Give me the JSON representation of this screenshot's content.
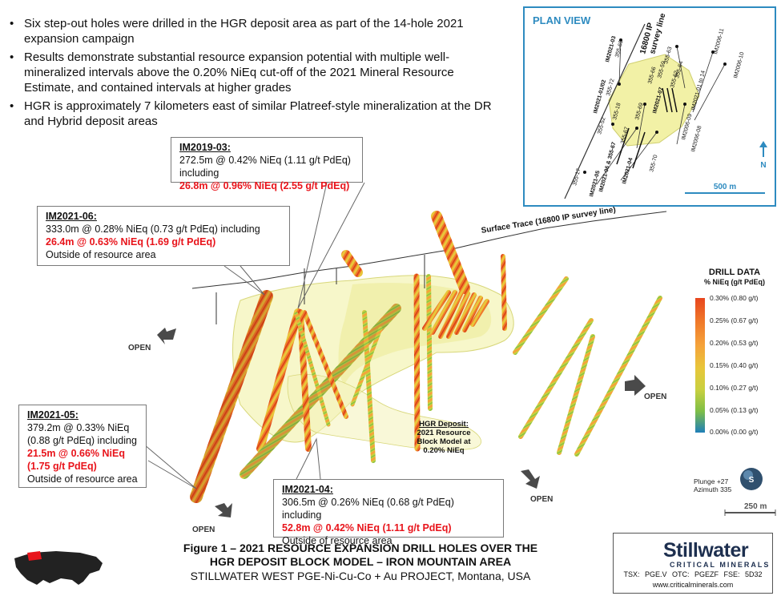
{
  "bullets": [
    "Six step-out holes were drilled in the HGR deposit area as part of the 14-hole 2021 expansion campaign",
    "Results demonstrate substantial resource expansion potential with multiple well-mineralized intervals above the 0.20% NiEq cut-off of the 2021 Mineral Resource Estimate, and contained intervals at higher grades",
    "HGR is approximately 7 kilometers east of similar Platreef-style mineralization at the DR and Hybrid deposit areas"
  ],
  "callouts": {
    "im2019_03": {
      "name": "IM2019-03:",
      "line1": "272.5m @ 0.42% NiEq (1.11 g/t PdEq) including",
      "highlight": "26.8m @ 0.96% NiEq (2.55 g/t PdEq)"
    },
    "im2021_06": {
      "name": "IM2021-06:",
      "line1": "333.0m @ 0.28% NiEq (0.73 g/t PdEq) including",
      "highlight": "26.4m @ 0.63% NiEq (1.69 g/t PdEq)",
      "note": "Outside of resource area"
    },
    "im2021_05": {
      "name": "IM2021-05:",
      "line1": "379.2m @ 0.33% NiEq",
      "line2": "(0.88 g/t PdEq) including",
      "highlight1": "21.5m @ 0.66% NiEq",
      "highlight2": "(1.75 g/t PdEq)",
      "note": "Outside of resource area"
    },
    "im2021_04": {
      "name": "IM2021-04:",
      "line1": "306.5m @ 0.26% NiEq (0.68 g/t PdEq) including",
      "highlight": "52.8m @ 0.42% NiEq  (1.11 g/t PdEq)",
      "note": "Outside of resource area"
    }
  },
  "open_label": "OPEN",
  "surface_trace": "Surface Trace (16800 IP survey line)",
  "deposit": {
    "title": "HGR Deposit:",
    "body": "2021 Resource Block Model at 0.20% NiEq"
  },
  "plan_view": {
    "title": "PLAN VIEW",
    "survey_line": [
      "16800 IP",
      "survey line"
    ],
    "holes": [
      "IM2021-03",
      "355-60",
      "355-63",
      "IM2006-11",
      "IM2006-10",
      "355-66",
      "355-59",
      "IM2021-01/02",
      "355-72",
      "IM2021-07",
      "355-62",
      "355-64",
      "IM2021-01 to 14",
      "355-18",
      "355-69",
      "355-52",
      "355-67",
      "IM2006-09",
      "IM2006-08",
      "355-17",
      "IM2021-06 & 355-67",
      "IM2021-05",
      "IM2021-04",
      "355-70"
    ],
    "north": "N",
    "scale": "500 m"
  },
  "legend": {
    "title": "DRILL DATA",
    "subtitle": "% NiEq  (g/t PdEq)",
    "items": [
      "0.30% (0.80 g/t)",
      "0.25% (0.67 g/t)",
      "0.20% (0.53 g/t)",
      "0.15% (0.40 g/t)",
      "0.10% (0.27 g/t)",
      "0.05% (0.13 g/t)",
      "0.00% (0.00 g/t)"
    ]
  },
  "plunge": {
    "line1": "Plunge +27",
    "line2": "Azimuth 335"
  },
  "scale_main": "250 m",
  "caption": {
    "line1": "Figure 1  –  2021 RESOURCE EXPANSION DRILL HOLES OVER THE",
    "line2": "HGR DEPOSIT BLOCK MODEL – IRON MOUNTAIN AREA",
    "line3": "STILLWATER WEST PGE-Ni-Cu-Co + Au PROJECT, Montana, USA"
  },
  "logo": {
    "name": "Stillwater",
    "sub": "CRITICAL MINERALS",
    "tickers": "TSX: PGE.V   OTC: PGEZF   FSE: 5D32",
    "url": "www.criticalminerals.com"
  },
  "colors": {
    "accent": "#2e8bc0",
    "highlight": "#e8141b",
    "block_model": "#f2f1a6",
    "logo_blue": "#1d2f4f"
  }
}
